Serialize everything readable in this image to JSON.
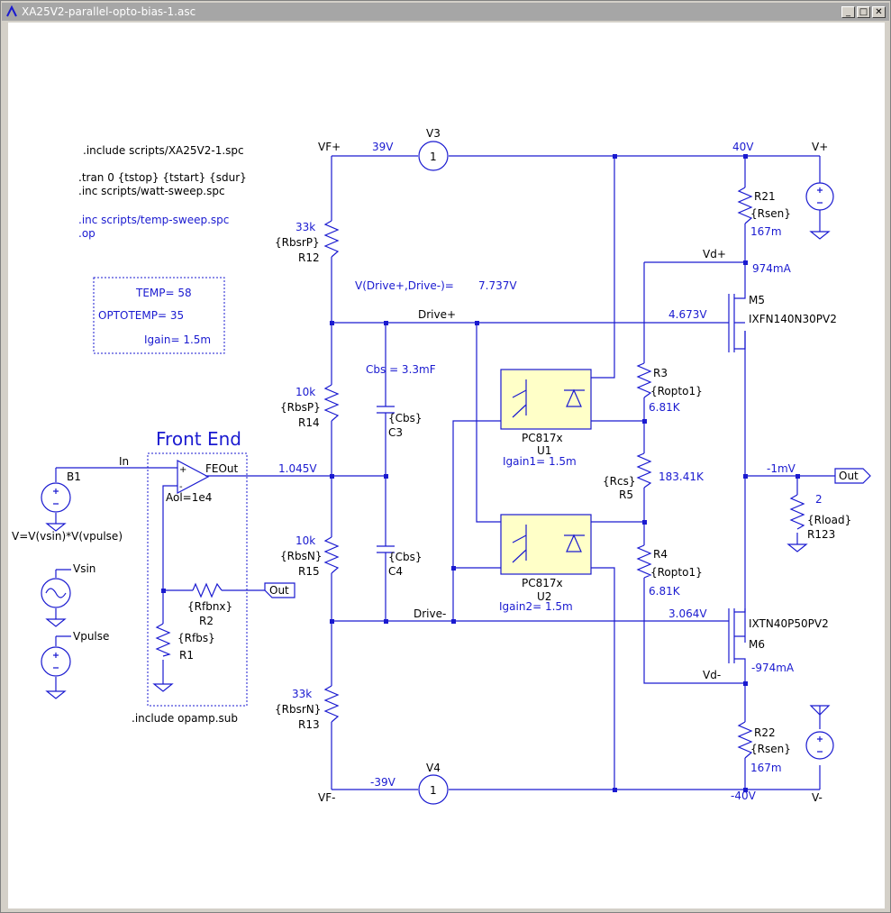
{
  "window": {
    "title": "XA25V2-parallel-opto-bias-1.asc",
    "minimize": "_",
    "maximize": "□",
    "close": "✕",
    "icon": "ltspice-schematic-icon"
  },
  "directives": {
    "include_main": ".include scripts/XA25V2-1.spc",
    "tran": ".tran 0 {tstop} {tstart} {sdur}",
    "inc_watt": ".inc scripts/watt-sweep.spc",
    "inc_temp": ".inc scripts/temp-sweep.spc",
    "op": ".op",
    "include_opamp": ".include opamp.sub"
  },
  "params": {
    "temp": "TEMP= 58",
    "optotemp": "OPTOTEMP= 35",
    "igain": "Igain= 1.5m"
  },
  "front_end": {
    "title": "Front End",
    "aol": "Aol=1e4",
    "feout": "FEOut",
    "plus": "+",
    "minus": "-"
  },
  "measurement": {
    "drive": "V(Drive+,Drive-)=",
    "drive_val": "7.737V"
  },
  "nets": {
    "vf_plus": "VF+",
    "vf_minus": "VF-",
    "v_plus": "V+",
    "v_minus": "V-",
    "drive_plus": "Drive+",
    "drive_minus": "Drive-",
    "vd_plus": "Vd+",
    "vd_minus": "Vd-",
    "in": "In",
    "out": "Out",
    "vsin": "Vsin",
    "vpulse": "Vpulse"
  },
  "voltages": {
    "v39": "39V",
    "v40": "40V",
    "vneg39": "-39V",
    "vneg40": "-40V",
    "ma974": "974mA",
    "v4673": "4.673V",
    "v1045": "1.045V",
    "vneg1m": "-1mV",
    "v3064": "3.064V",
    "mneg974": "-974mA",
    "r3_op": "6.81K",
    "r5_op": "183.41K",
    "r4_op": "6.81K",
    "r21_op": "167m",
    "r22_op": "167m",
    "rload_val": "2"
  },
  "components": {
    "v3": "V3",
    "v4": "V4",
    "b1": "B1",
    "b1_expr": "V=V(vsin)*V(vpulse)",
    "r12": {
      "name": "R12",
      "val": "{RbsrP}",
      "op": "33k"
    },
    "r14": {
      "name": "R14",
      "val": "{RbsP}",
      "op": "10k"
    },
    "r15": {
      "name": "R15",
      "val": "{RbsN}",
      "op": "10k"
    },
    "r13": {
      "name": "R13",
      "val": "{RbsrN}",
      "op": "33k"
    },
    "c3": {
      "name": "C3",
      "val": "{Cbs}"
    },
    "c4": {
      "name": "C4",
      "val": "{Cbs}"
    },
    "cbs": "Cbs = 3.3mF",
    "u1": {
      "name": "U1",
      "part": "PC817x",
      "igain": "Igain1= 1.5m"
    },
    "u2": {
      "name": "U2",
      "part": "PC817x",
      "igain": "Igain2= 1.5m"
    },
    "r3": {
      "name": "R3",
      "val": "{Ropto1}"
    },
    "r5": {
      "name": "R5",
      "val": "{Rcs}"
    },
    "r4": {
      "name": "R4",
      "val": "{Ropto1}"
    },
    "r21": {
      "name": "R21",
      "val": "{Rsen}"
    },
    "r22": {
      "name": "R22",
      "val": "{Rsen}"
    },
    "m5": {
      "name": "M5",
      "part": "IXFN140N30PV2"
    },
    "m6": {
      "name": "M6",
      "part": "IXTN40P50PV2"
    },
    "r123": {
      "name": "R123",
      "val": "{Rload}"
    },
    "r2": {
      "name": "R2",
      "val": "{Rfbnx}"
    },
    "r1": {
      "name": "R1",
      "val": "{Rfbs}"
    },
    "src_one": "1"
  },
  "colors": {
    "wire": "#1a1ad0",
    "opto_fill": "#ffffc8",
    "canvas": "#ffffff",
    "titlebar": "#a6a6a6"
  }
}
